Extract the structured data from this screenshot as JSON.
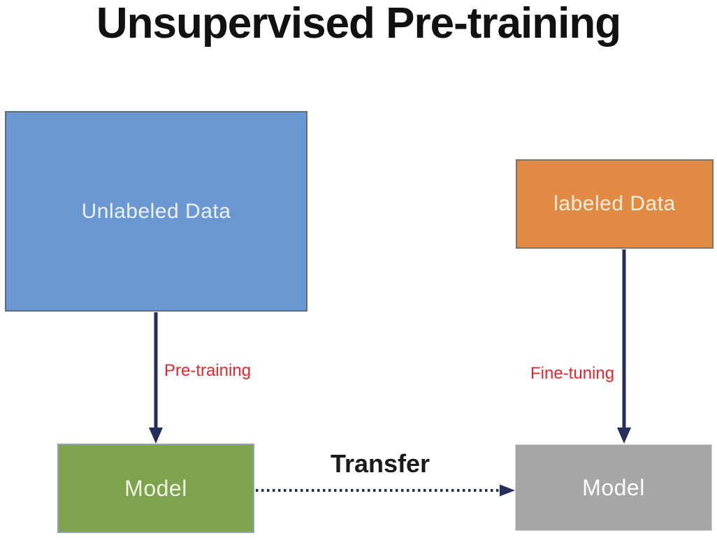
{
  "title": "Unsupervised Pre-training",
  "colors": {
    "background": "#ffffff",
    "arrow": "#252e5c",
    "title_text": "#111111"
  },
  "nodes": {
    "unlabeled_data": {
      "label": "Unlabeled Data",
      "fill": "#6b97d3",
      "text_color": "#edf3fb"
    },
    "labeled_data": {
      "label": "labeled Data",
      "fill": "#e08a43",
      "text_color": "#f9efdb"
    },
    "model_left": {
      "label": "Model",
      "fill": "#7fa24f",
      "text_color": "#eef6e2"
    },
    "model_right": {
      "label": "Model",
      "fill": "#a6a6a6",
      "text_color": "#ffffff"
    }
  },
  "edges": {
    "pretraining": {
      "label": "Pre-training",
      "from": "unlabeled_data",
      "to": "model_left",
      "style": "solid-arrow",
      "label_color": "#e8252b"
    },
    "finetuning": {
      "label": "Fine-tuning",
      "from": "labeled_data",
      "to": "model_right",
      "style": "solid-arrow",
      "label_color": "#e8252b"
    },
    "transfer": {
      "label": "Transfer",
      "from": "model_left",
      "to": "model_right",
      "style": "dotted-arrow",
      "label_color": "#1a1a1a"
    }
  }
}
